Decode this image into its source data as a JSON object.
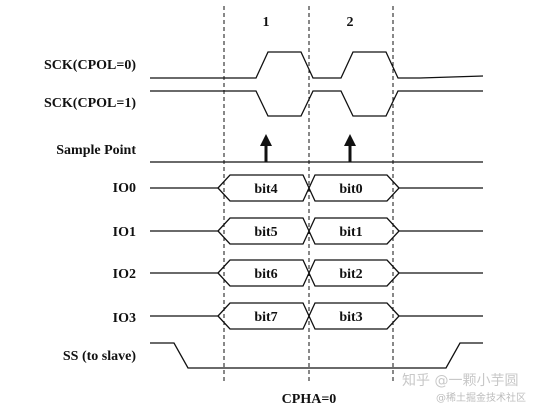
{
  "signals": {
    "sck_cpol0": "SCK(CPOL=0)",
    "sck_cpol1": "SCK(CPOL=1)",
    "sample_point": "Sample Point",
    "io0": "IO0",
    "io1": "IO1",
    "io2": "IO2",
    "io3": "IO3",
    "ss": "SS (to slave)"
  },
  "cycles": {
    "first": "1",
    "second": "2"
  },
  "bus": {
    "io0": [
      "bit4",
      "bit0"
    ],
    "io1": [
      "bit5",
      "bit1"
    ],
    "io2": [
      "bit6",
      "bit2"
    ],
    "io3": [
      "bit7",
      "bit3"
    ]
  },
  "footer": "CPHA=0",
  "watermark": {
    "line1": "知乎 @一颗小芋圆",
    "line2": "@稀土掘金技术社区"
  }
}
